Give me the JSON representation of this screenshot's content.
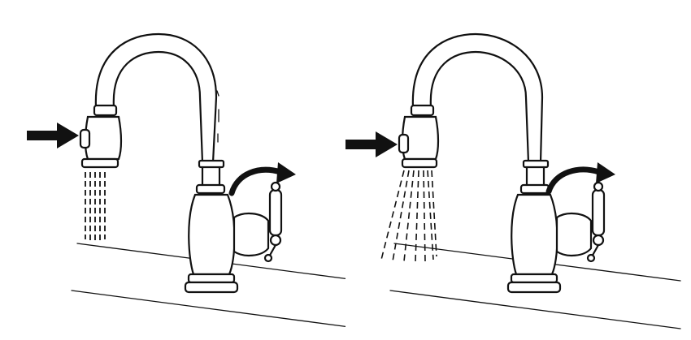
{
  "colors": {
    "ink": "#111111",
    "background": "#ffffff"
  },
  "panels": [
    {
      "id": "stream",
      "spray_mode": "stream",
      "icons": [
        "arrow-right-icon",
        "curved-arrow-icon",
        "faucet-icon",
        "water-stream-icon"
      ]
    },
    {
      "id": "spray",
      "spray_mode": "spray",
      "icons": [
        "arrow-right-icon",
        "curved-arrow-icon",
        "faucet-icon",
        "water-spray-icon"
      ]
    }
  ]
}
